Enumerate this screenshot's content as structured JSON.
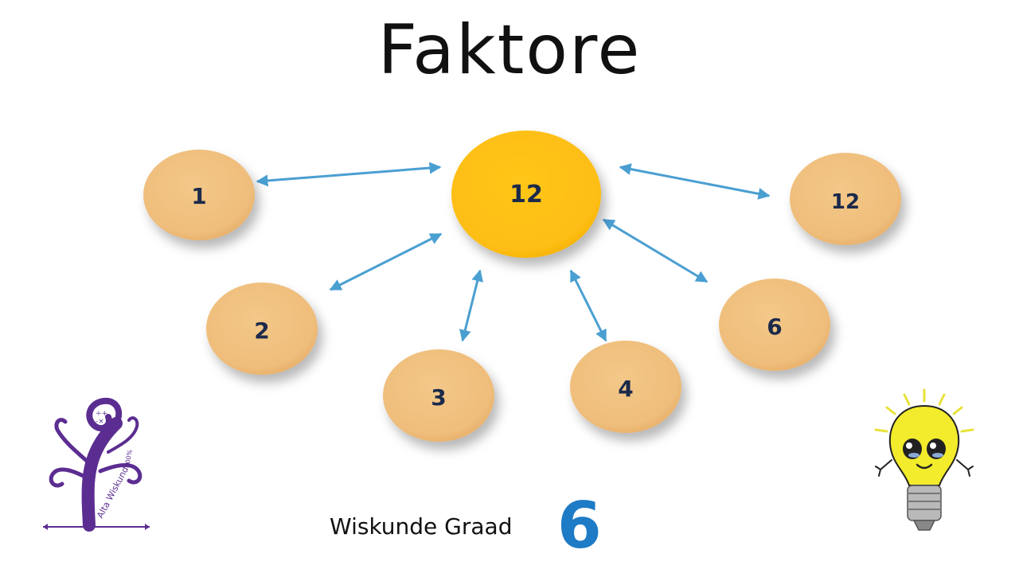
{
  "title": "Faktore",
  "center": {
    "label": "12",
    "color": "#fdbd12"
  },
  "factors": [
    {
      "label": "1",
      "color": "#efbd7b"
    },
    {
      "label": "2",
      "color": "#efbd7b"
    },
    {
      "label": "3",
      "color": "#efbd7b"
    },
    {
      "label": "4",
      "color": "#efbd7b"
    },
    {
      "label": "6",
      "color": "#efbd7b"
    },
    {
      "label": "12",
      "color": "#efbd7b"
    }
  ],
  "arrow_color": "#4a9fd1",
  "footer": {
    "subject": "Wiskunde Graad",
    "grade": "6"
  },
  "logo": {
    "icon": "tree-logo-icon",
    "color": "#5b2d91",
    "text": "Alta Wiskunde",
    "percent": "100%"
  },
  "mascot": {
    "icon": "lightbulb-mascot-icon"
  }
}
